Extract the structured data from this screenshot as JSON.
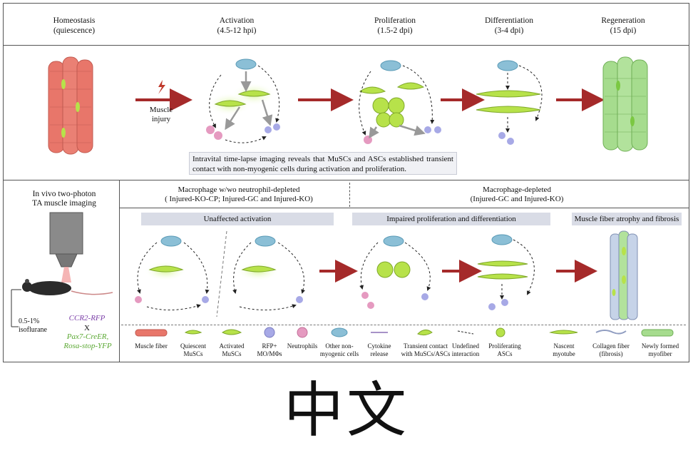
{
  "stages": [
    {
      "name": "Homeostasis",
      "time": "(quiescence)"
    },
    {
      "name": "Activation",
      "time": "(4.5-12 hpi)"
    },
    {
      "name": "Proliferation",
      "time": "(1.5-2 dpi)"
    },
    {
      "name": "Differentiation",
      "time": "(3-4 dpi)"
    },
    {
      "name": "Regeneration",
      "time": "(15 dpi)"
    }
  ],
  "injury_label": "Muscle\ninjury",
  "intravital_note": "Intravital time-lapse imaging reveals that MuSCs and ASCs established transient contact with non-myogenic cells during activation and proliferation.",
  "bottom": {
    "left_title": "In vivo two-photon\nTA muscle imaging",
    "isoflurane": "0.5-1%\nisoflurane",
    "genotype_1": "CCR2-RFP",
    "genotype_x": "X",
    "genotype_2": "Pax7-CreER,\nRosa-stop-YFP",
    "group_1": "Macrophage w/wo neutrophil-depleted\n( Injured-KO-CP; Injured-GC and  Injured-KO)",
    "group_2": "Macrophage-depleted\n(Injured-GC and Injured-KO)",
    "banner_1": "Unaffected activation",
    "banner_2": "Impaired proliferation and differentiation",
    "banner_3": "Muscle fiber  atrophy and fibrosis"
  },
  "legend": [
    {
      "label": "Muscle fiber"
    },
    {
      "label": "Quiescent\nMuSCs"
    },
    {
      "label": "Activated\nMuSCs"
    },
    {
      "label": "RFP+\nMO/MΦs"
    },
    {
      "label": "Neutrophils"
    },
    {
      "label": "Other non-\nmyogenic cells"
    },
    {
      "label": "Cytokine\nrelease"
    },
    {
      "label": "Transient contact\nwith MuSCs/ASCs"
    },
    {
      "label": "Undefined\ninteraction"
    },
    {
      "label": "Proliferating\nASCs"
    },
    {
      "label": "Nascent\nmyotube"
    },
    {
      "label": "Collagen fiber\n(fibrosis)"
    },
    {
      "label": "Newly formed\nmyofiber"
    }
  ],
  "footer_text": "中文",
  "colors": {
    "muscle_red": "#e8766a",
    "muscle_green": "#a6dc8e",
    "cell_green": "#b7e24a",
    "macrophage": "#a7a9e6",
    "neutrophil": "#e59ac0",
    "other_cell": "#8bbfd6",
    "arrow_red": "#a52a2a",
    "banner_bg": "#d9dce6",
    "genotype_purple": "#7b3fa8",
    "genotype_green": "#5aa832"
  }
}
